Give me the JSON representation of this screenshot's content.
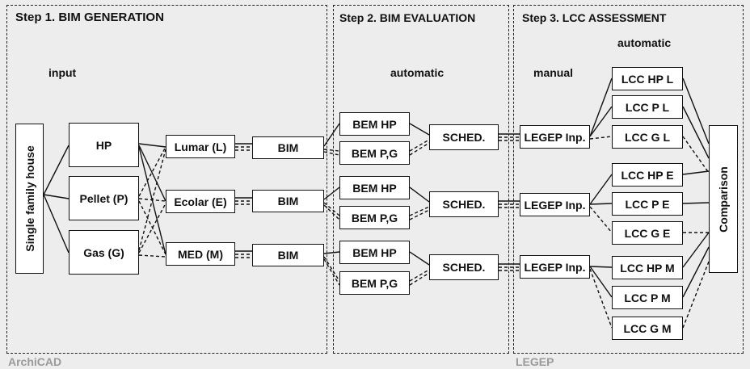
{
  "steps": [
    {
      "title": "Step 1. BIM GENERATION"
    },
    {
      "title": "Step 2. BIM EVALUATION"
    },
    {
      "title": "Step 3. LCC ASSESSMENT"
    }
  ],
  "software": {
    "step1": "ArchiCAD",
    "step3": "LEGEP"
  },
  "labels": {
    "input": "input",
    "automatic_eval": "automatic",
    "manual": "manual",
    "automatic_lcc": "automatic"
  },
  "nodes": {
    "house": "Single family house",
    "systems": [
      "HP",
      "Pellet (P)",
      "Gas (G)"
    ],
    "envelopes": [
      "Lumar (L)",
      "Ecolar (E)",
      "MED (M)"
    ],
    "bim": [
      "BIM",
      "BIM",
      "BIM"
    ],
    "bem": [
      "BEM HP",
      "BEM P,G",
      "BEM HP",
      "BEM P,G",
      "BEM HP",
      "BEM P,G"
    ],
    "sched": [
      "SCHED.",
      "SCHED.",
      "SCHED."
    ],
    "legep": [
      "LEGEP Inp.",
      "LEGEP Inp.",
      "LEGEP Inp."
    ],
    "lcc": [
      "LCC HP L",
      "LCC P L",
      "LCC G L",
      "LCC HP E",
      "LCC P E",
      "LCC G E",
      "LCC HP M",
      "LCC P M",
      "LCC G M"
    ],
    "comparison": "Comparison"
  }
}
